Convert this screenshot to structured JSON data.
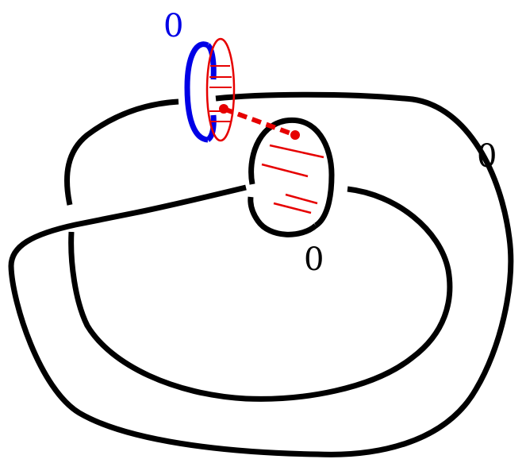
{
  "labels": {
    "blue_framing": "0",
    "outer_framing": "0",
    "inner_framing": "0"
  },
  "colors": {
    "knot": "#000000",
    "blue_circle": "#0000e6",
    "red_disk": "#e60000",
    "background": "#ffffff"
  }
}
